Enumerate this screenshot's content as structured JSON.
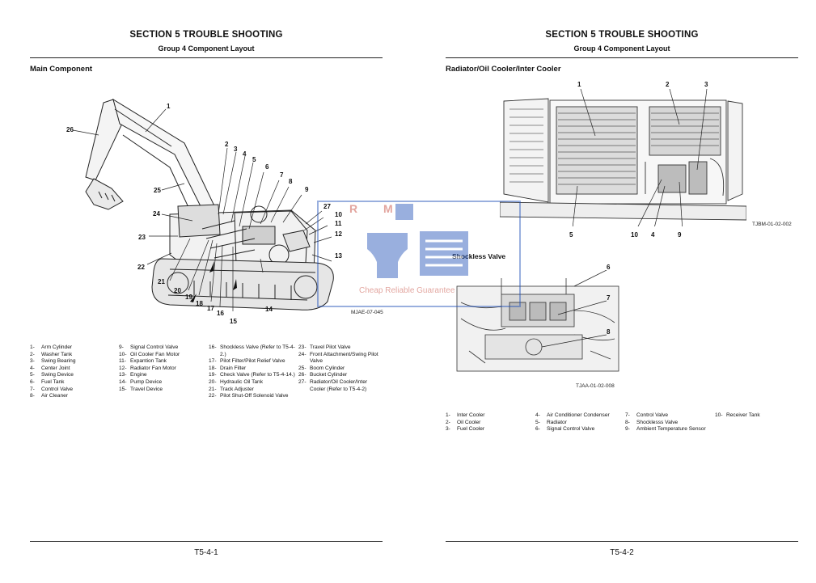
{
  "left_page": {
    "header": {
      "section": "SECTION 5 TROUBLE SHOOTING",
      "group": "Group 4 Component Layout"
    },
    "subsection": "Main Component",
    "figure_code": "MJAE-07-045",
    "callouts": [
      "1",
      "2",
      "3",
      "4",
      "5",
      "6",
      "7",
      "8",
      "9",
      "10",
      "11",
      "12",
      "13",
      "14",
      "15",
      "16",
      "17",
      "18",
      "19",
      "20",
      "21",
      "22",
      "23",
      "24",
      "25",
      "26",
      "27"
    ],
    "legend_columns": [
      [
        {
          "n": "1-",
          "t": "Arm Cylinder"
        },
        {
          "n": "2-",
          "t": "Washer Tank"
        },
        {
          "n": "3-",
          "t": "Swing Bearing"
        },
        {
          "n": "4-",
          "t": "Center Joint"
        },
        {
          "n": "5-",
          "t": "Swing Device"
        },
        {
          "n": "6-",
          "t": "Fuel Tank"
        },
        {
          "n": "7-",
          "t": "Control Valve"
        },
        {
          "n": "8-",
          "t": "Air Cleaner"
        }
      ],
      [
        {
          "n": "9-",
          "t": "Signal Control Valve"
        },
        {
          "n": "10-",
          "t": "Oil Cooler Fan Motor"
        },
        {
          "n": "11-",
          "t": "Expantion Tank"
        },
        {
          "n": "12-",
          "t": "Radiator Fan Motor"
        },
        {
          "n": "13-",
          "t": "Engine"
        },
        {
          "n": "14-",
          "t": "Pump Device"
        },
        {
          "n": "15-",
          "t": "Travel Device"
        }
      ],
      [
        {
          "n": "16-",
          "t": "Shockless Valve (Refer to T5-4-2.)"
        },
        {
          "n": "17-",
          "t": "Pilot Filter/Pilot Relief Valve"
        },
        {
          "n": "18-",
          "t": "Drain Filter"
        },
        {
          "n": "19-",
          "t": "Check Valve (Refer to T5-4-14.)"
        },
        {
          "n": "20-",
          "t": "Hydraulic Oil Tank"
        },
        {
          "n": "21-",
          "t": "Track Adjuster"
        },
        {
          "n": "22-",
          "t": "Pilot Shut-Off Solenoid Valve"
        }
      ],
      [
        {
          "n": "23-",
          "t": "Travel Pilot Valve"
        },
        {
          "n": "24-",
          "t": "Front Attachment/Swing Pilot Valve"
        },
        {
          "n": "25-",
          "t": "Boom Cylinder"
        },
        {
          "n": "26-",
          "t": "Bucket Cylinder"
        },
        {
          "n": "27-",
          "t": "Radiator/Oil Cooler/Inter Cooler (Refer to T5-4-2)"
        }
      ]
    ],
    "page_number": "T5-4-1"
  },
  "right_page": {
    "header": {
      "section": "SECTION 5 TROUBLE SHOOTING",
      "group": "Group 4 Component Layout"
    },
    "subsection": "Radiator/Oil Cooler/Inter Cooler",
    "figure1_code": "TJBM-01-02-002",
    "figure1_callouts": [
      "1",
      "2",
      "3",
      "5",
      "10",
      "4",
      "9"
    ],
    "shockless_title": "Shockless Valve",
    "figure2_code": "TJAA-01-02-008",
    "figure2_callouts": [
      "6",
      "7",
      "8"
    ],
    "legend_columns": [
      [
        {
          "n": "1-",
          "t": "Inter Cooler"
        },
        {
          "n": "2-",
          "t": "Oil Cooler"
        },
        {
          "n": "3-",
          "t": "Fuel Cooler"
        }
      ],
      [
        {
          "n": "4-",
          "t": "Air Conditioner Condenser"
        },
        {
          "n": "5-",
          "t": "Radiator"
        },
        {
          "n": "6-",
          "t": "Signal Control Valve"
        }
      ],
      [
        {
          "n": "7-",
          "t": "Control Valve"
        },
        {
          "n": "8-",
          "t": "Shocklesss Valve"
        },
        {
          "n": "9-",
          "t": "Ambient Temperature Sensor"
        }
      ],
      [
        {
          "n": "10-",
          "t": "Receiver Tank"
        }
      ]
    ],
    "page_number": "T5-4-2"
  },
  "watermark": {
    "text": "Cheap Reliable Guarantee",
    "letters": "R M"
  },
  "colors": {
    "watermark_blue": "#1f4fb8",
    "watermark_red": "#c0392b",
    "rule": "#222222"
  }
}
